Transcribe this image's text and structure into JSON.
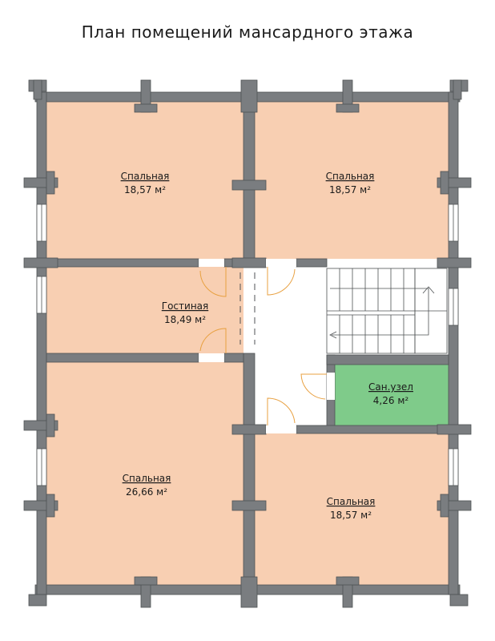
{
  "title": "План помещений мансардного этажа",
  "rooms": [
    {
      "id": "bedroom-top-left",
      "name": "Спальная",
      "area": "18,57 м²"
    },
    {
      "id": "bedroom-top-right",
      "name": "Спальная",
      "area": "18,57 м²"
    },
    {
      "id": "living-room",
      "name": "Гостиная",
      "area": "18,49 м²"
    },
    {
      "id": "bathroom",
      "name": "Сан.узел",
      "area": "4,26 м²"
    },
    {
      "id": "bedroom-bottom-left",
      "name": "Спальная",
      "area": "26,66 м²"
    },
    {
      "id": "bedroom-bottom-right",
      "name": "Спальная",
      "area": "18,57 м²"
    }
  ],
  "colors": {
    "wall": "#7a7d80",
    "wall_stroke": "#4f5254",
    "room_fill": "#f8cfb2",
    "bathroom_fill": "#7fcb8a",
    "hall_fill": "#ffffff",
    "door_arc": "#e8a040"
  }
}
